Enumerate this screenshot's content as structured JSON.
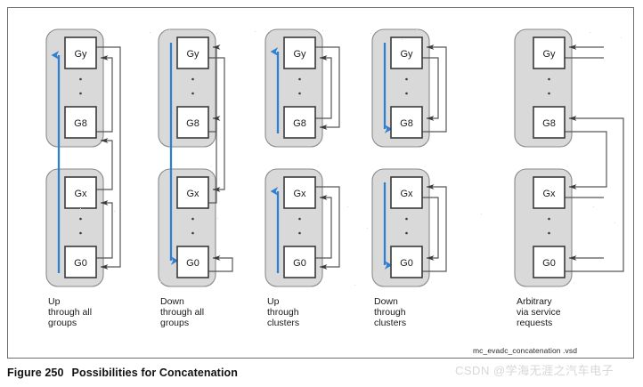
{
  "figure": {
    "number": "Figure 250",
    "title": "Possibilities for Concatenation",
    "source_file": "mc_evadc_concatenation .vsd",
    "watermark": "CSDN @学海无涯之汽车电子"
  },
  "colors": {
    "cluster_fill": "#d9d9d9",
    "cluster_stroke": "#8a8a8a",
    "box_fill": "#ffffff",
    "box_stroke": "#3a3a3a",
    "wire": "#565656",
    "arrow_blue": "#2f7fd0",
    "frame_border": "#6e6e6e",
    "page_background": "#ffffff",
    "text": "#1a1a1a"
  },
  "labels": {
    "group_top": "Gy",
    "group_upper_mid": "G8",
    "group_lower_mid": "Gx",
    "group_bottom": "G0",
    "ellipsis_dot": "·"
  },
  "columns": [
    {
      "id": "up-through-all-groups",
      "caption": "Up\nthrough all\ngroups",
      "caption_lines": [
        "Up",
        "through all",
        "groups"
      ],
      "direction": "up",
      "scope": "all groups",
      "arrow": {
        "present": true,
        "style": "single-continuous",
        "direction": "up"
      },
      "boxes": [
        "Gy",
        "G8",
        "Gx",
        "G0"
      ]
    },
    {
      "id": "down-through-all-groups",
      "caption": "Down\nthrough all\ngroups",
      "caption_lines": [
        "Down",
        "through all",
        "groups"
      ],
      "direction": "down",
      "scope": "all groups",
      "arrow": {
        "present": true,
        "style": "single-continuous",
        "direction": "down"
      },
      "boxes": [
        "Gy",
        "G8",
        "Gx",
        "G0"
      ]
    },
    {
      "id": "up-through-clusters",
      "caption": "Up\nthrough\nclusters",
      "caption_lines": [
        "Up",
        "through",
        "clusters"
      ],
      "direction": "up",
      "scope": "clusters",
      "arrow": {
        "present": true,
        "style": "per-cluster",
        "direction": "up"
      },
      "boxes": [
        "Gy",
        "G8",
        "Gx",
        "G0"
      ]
    },
    {
      "id": "down-through-clusters",
      "caption": "Down\nthrough\nclusters",
      "caption_lines": [
        "Down",
        "through",
        "clusters"
      ],
      "direction": "down",
      "scope": "clusters",
      "arrow": {
        "present": true,
        "style": "per-cluster",
        "direction": "down"
      },
      "boxes": [
        "Gy",
        "G8",
        "Gx",
        "G0"
      ]
    },
    {
      "id": "arbitrary-via-service-requests",
      "caption": "Arbitrary\nvia service\nrequests",
      "caption_lines": [
        "Arbitrary",
        "via service",
        "requests"
      ],
      "direction": "arbitrary",
      "scope": "service requests",
      "arrow": {
        "present": false,
        "style": "none",
        "direction": "none"
      },
      "boxes": [
        "Gy",
        "G8",
        "Gx",
        "G0"
      ]
    }
  ],
  "chart_data": {
    "type": "diagram",
    "title": "Possibilities for Concatenation",
    "clusters_per_column": 2,
    "groups_per_cluster": 2,
    "column_count": 5
  }
}
